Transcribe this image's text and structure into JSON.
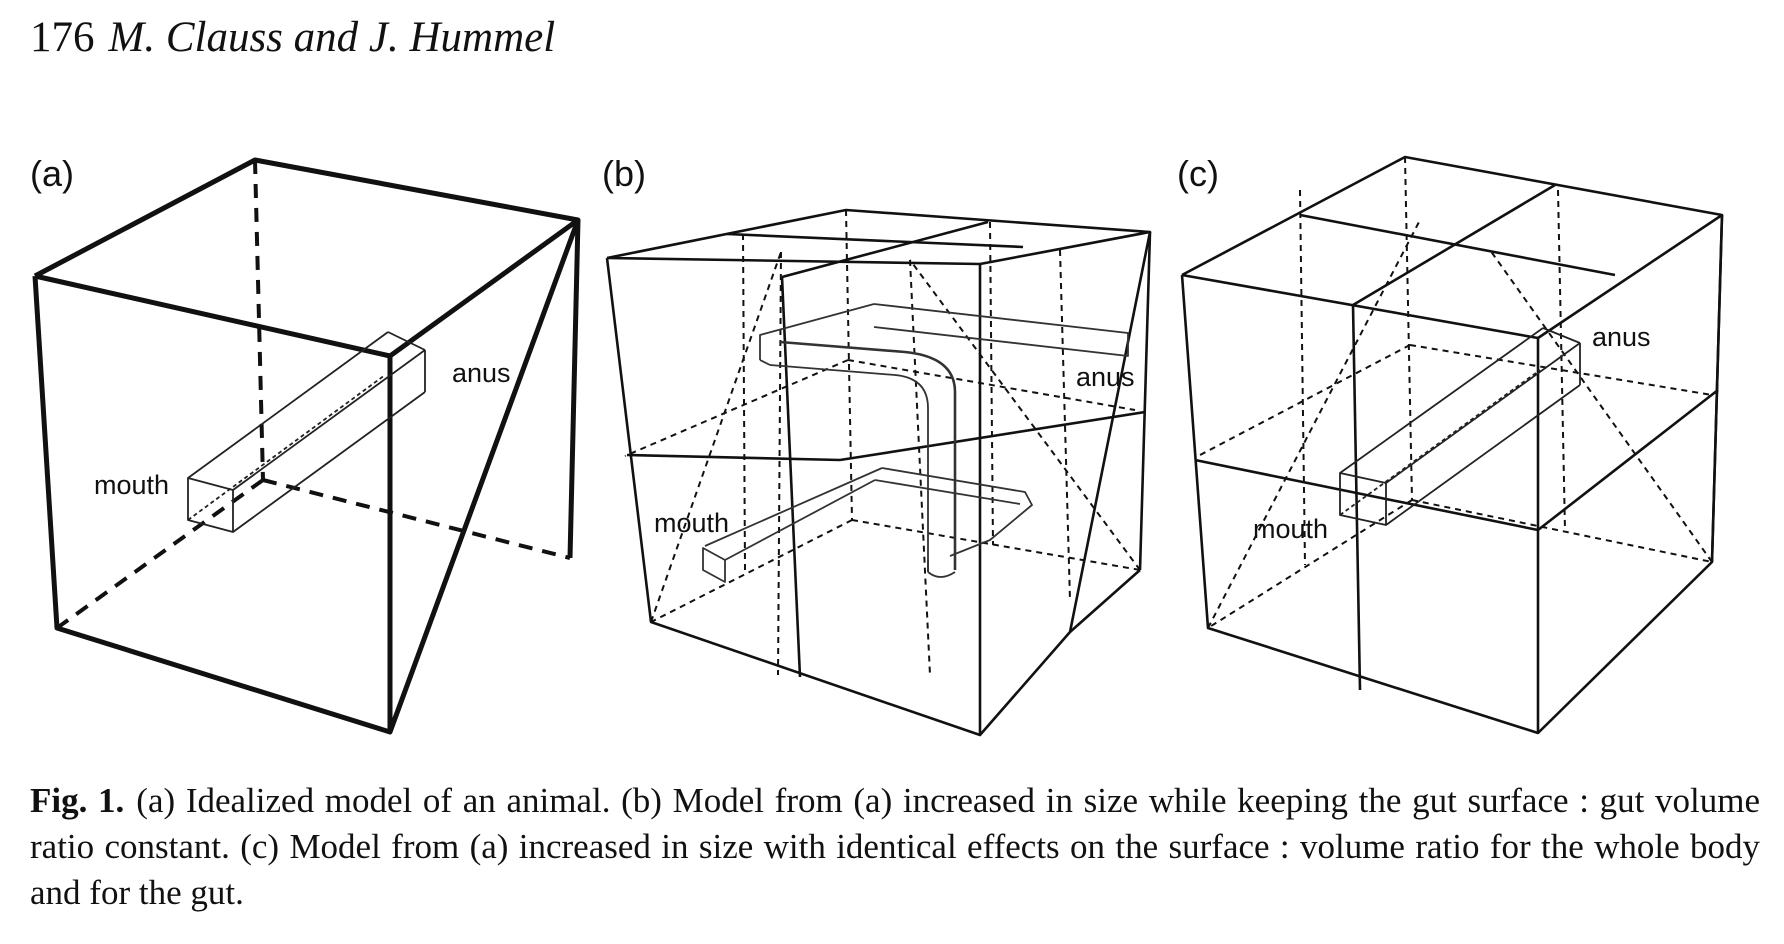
{
  "header": {
    "page_number": "176",
    "authors": "M. Clauss and J. Hummel"
  },
  "figure": {
    "panels": [
      {
        "label": "(a)",
        "mouth_label": "mouth",
        "anus_label": "anus"
      },
      {
        "label": "(b)",
        "mouth_label": "mouth",
        "anus_label": "anus"
      },
      {
        "label": "(c)",
        "mouth_label": "mouth",
        "anus_label": "anus"
      }
    ]
  },
  "caption": {
    "label": "Fig. 1.",
    "text": "(a) Idealized model of an animal. (b) Model from (a) increased in size while keeping the gut surface : gut volume ratio constant. (c) Model from (a) increased in size with identical effects on the surface : volume ratio for the whole body and for the gut."
  }
}
